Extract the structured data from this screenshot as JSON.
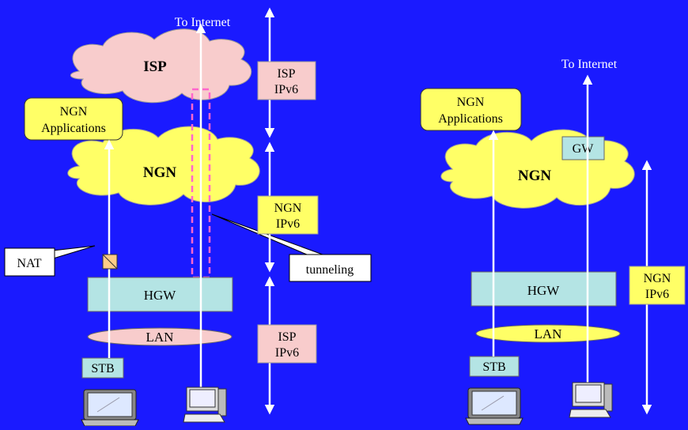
{
  "colors": {
    "background": "#1a1aff",
    "cloud_isp": "#f8cccc",
    "cloud_ngn": "#ffff66",
    "box_hgw": "#b4e4e4",
    "box_gw": "#b4e4e4",
    "box_stb": "#b4e4e4",
    "ngn_app": "#ffff66",
    "label_isp": "#f8cccc",
    "label_ngn": "#ffff66",
    "tunnel_dash": "#ff66cc",
    "arrow": "#ffffff"
  },
  "left": {
    "to_internet": "To Internet",
    "isp_cloud": "ISP",
    "ngn_cloud": "NGN",
    "ngn_app_line1": "NGN",
    "ngn_app_line2": "Applications",
    "nat_callout": "NAT",
    "tunneling_callout": "tunneling",
    "hgw": "HGW",
    "lan": "LAN",
    "stb": "STB",
    "isp_ipv6_top_line1": "ISP",
    "isp_ipv6_top_line2": "IPv6",
    "ngn_ipv6_line1": "NGN",
    "ngn_ipv6_line2": "IPv6",
    "isp_ipv6_bottom_line1": "ISP",
    "isp_ipv6_bottom_line2": "IPv6",
    "laptop_icon": "laptop-icon",
    "pc_icon": "desktop-pc-icon"
  },
  "right": {
    "to_internet": "To Internet",
    "ngn_cloud": "NGN",
    "ngn_app_line1": "NGN",
    "ngn_app_line2": "Applications",
    "gw": "GW",
    "hgw": "HGW",
    "lan": "LAN",
    "stb": "STB",
    "ngn_ipv6_line1": "NGN",
    "ngn_ipv6_line2": "IPv6",
    "laptop_icon": "laptop-icon",
    "pc_icon": "desktop-pc-icon"
  }
}
